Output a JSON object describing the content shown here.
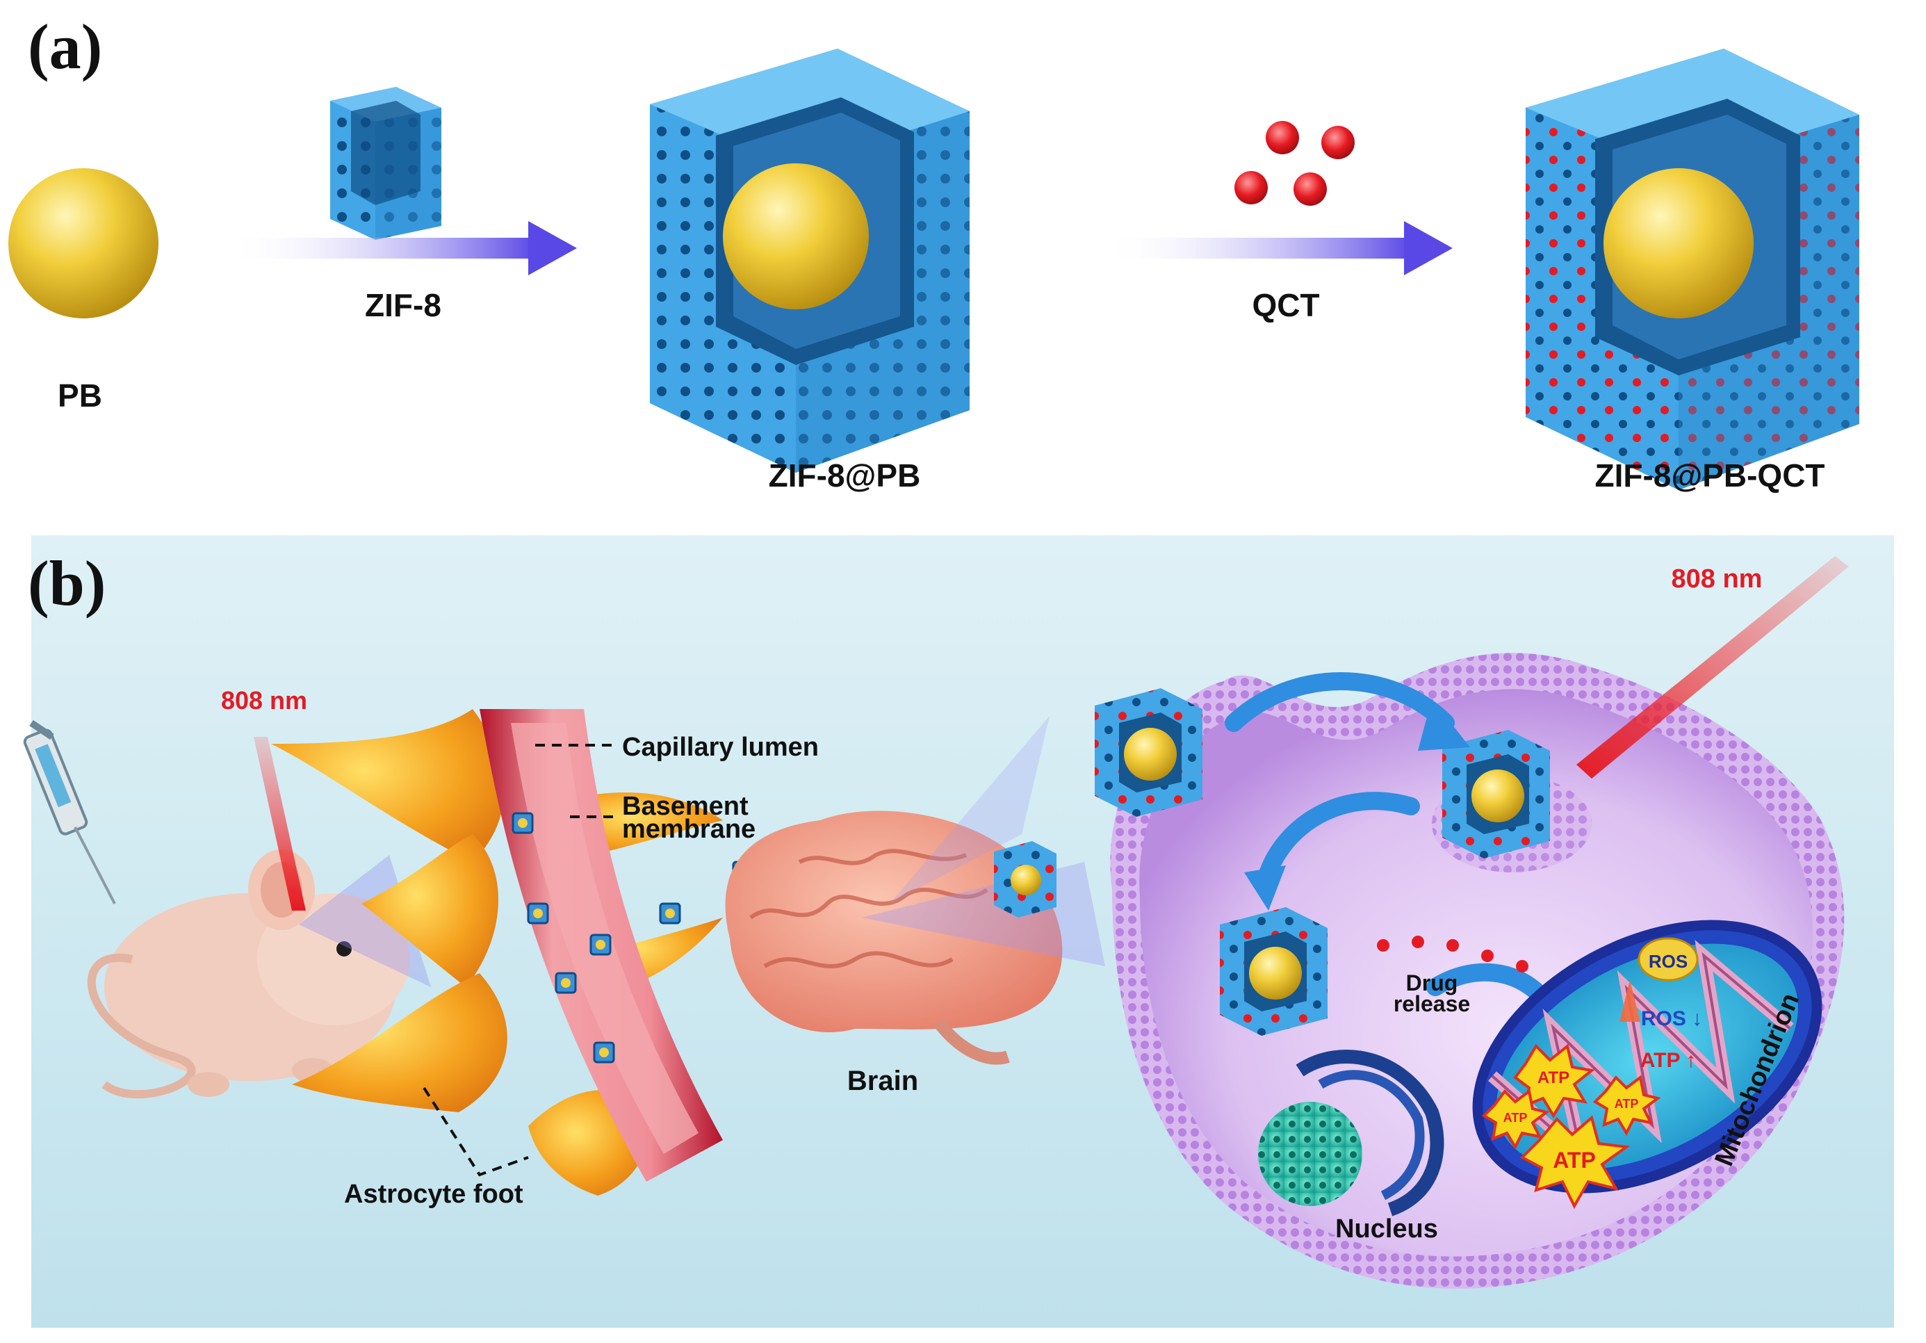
{
  "panel_a": {
    "tag": "(a)",
    "pb": "PB",
    "step1": "ZIF-8",
    "step2": "QCT",
    "mid": "ZIF-8@PB",
    "final": "ZIF-8@PB-QCT"
  },
  "panel_b": {
    "tag": "(b)",
    "laser_left": "808 nm",
    "laser_right": "808 nm",
    "capillary": "Capillary lumen",
    "basement_1": "Basement",
    "basement_2": "membrane",
    "astrocyte": "Astrocyte foot",
    "brain": "Brain",
    "drug_1": "Drug",
    "drug_2": "release",
    "nucleus": "Nucleus",
    "mito": "Mitochondrion",
    "ros": "ROS",
    "ros_down": "ROS ↓",
    "atp_up": "ATP ↑",
    "atp": "ATP"
  },
  "colors": {
    "cube_blue": "#3fa0e2",
    "gold": "#f2cf3c",
    "qct_red": "#e61a22",
    "laser_red": "#e31b23",
    "arrow_violet": "#6d5ce8",
    "bg_panel_b": "#cfe9f1",
    "cell_purple": "#c79ae6"
  }
}
